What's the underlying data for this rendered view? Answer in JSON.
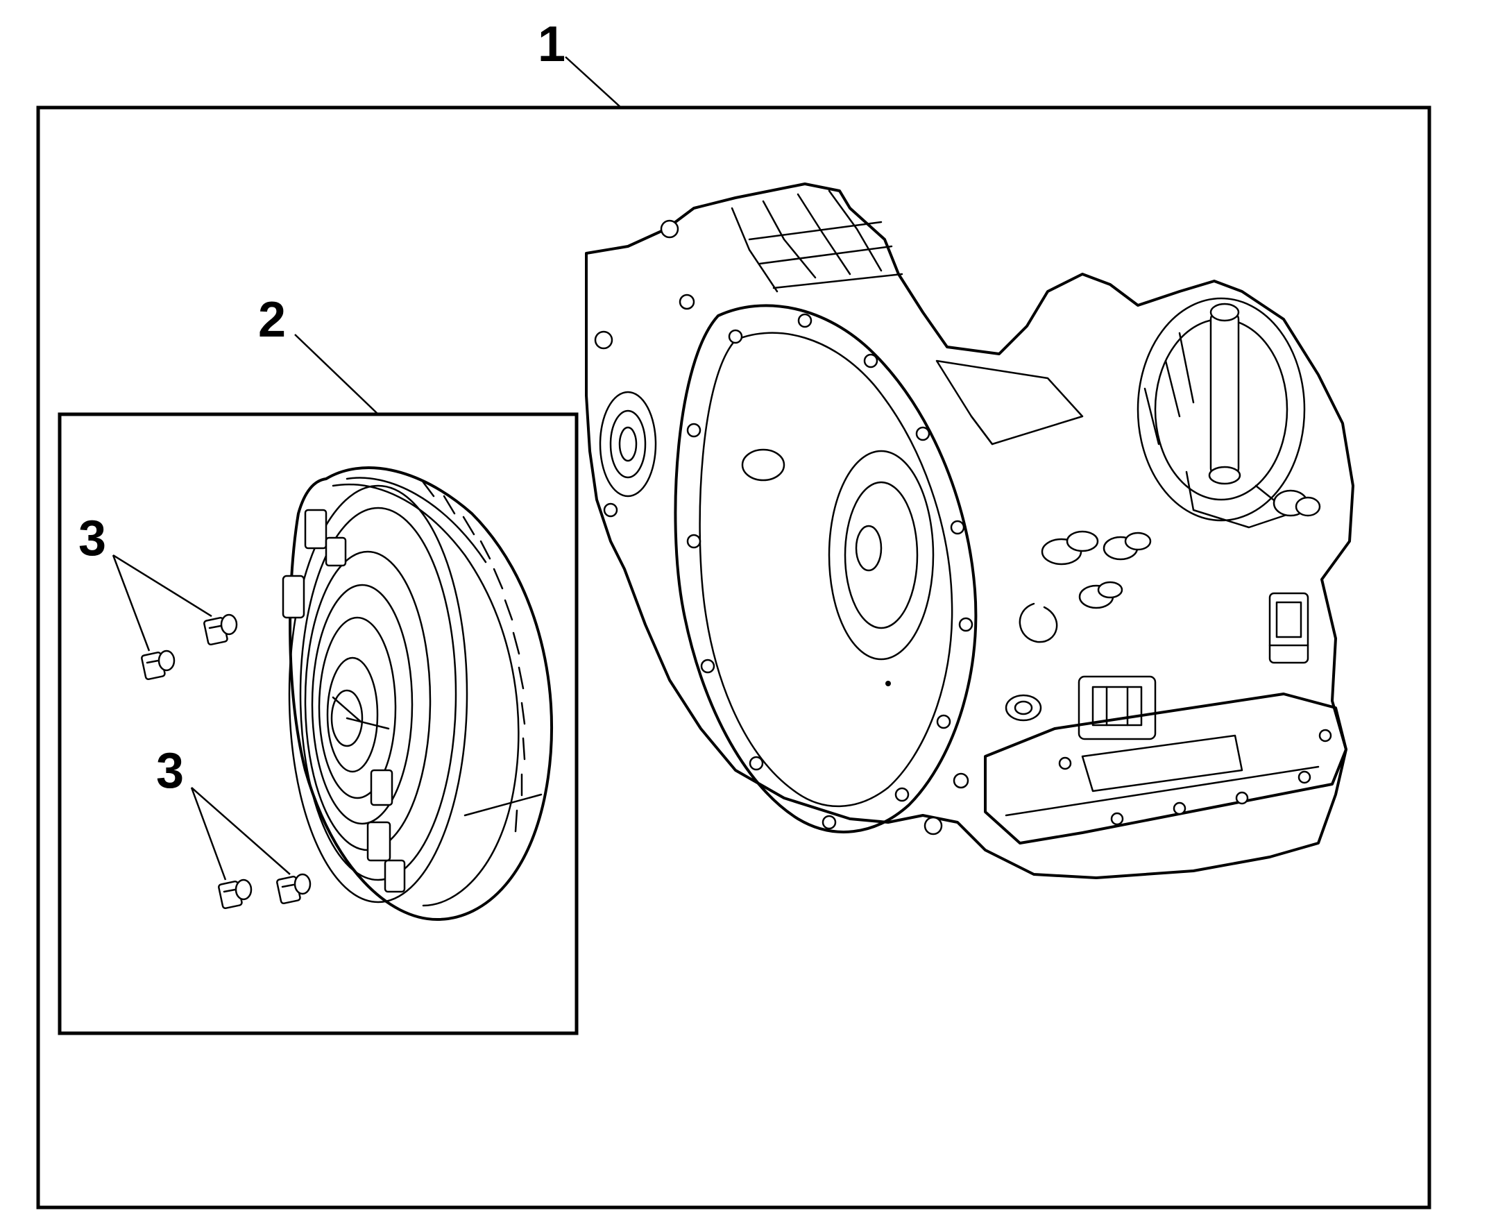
{
  "callouts": {
    "assembly": "1",
    "converter": "2",
    "bolts_upper": "3",
    "bolts_lower": "3"
  },
  "colors": {
    "line": "#000000",
    "background": "#ffffff"
  }
}
